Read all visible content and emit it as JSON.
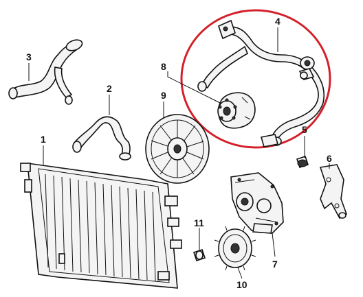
{
  "callouts": {
    "c1": "1",
    "c2": "2",
    "c3": "3",
    "c4": "4",
    "c5": "5",
    "c6": "6",
    "c7": "7",
    "c8": "8",
    "c9": "9",
    "c10": "10",
    "c11": "11"
  },
  "colors": {
    "highlight_circle": "#d3202a",
    "line": "#111111",
    "part_fill": "#f4f4f4"
  }
}
